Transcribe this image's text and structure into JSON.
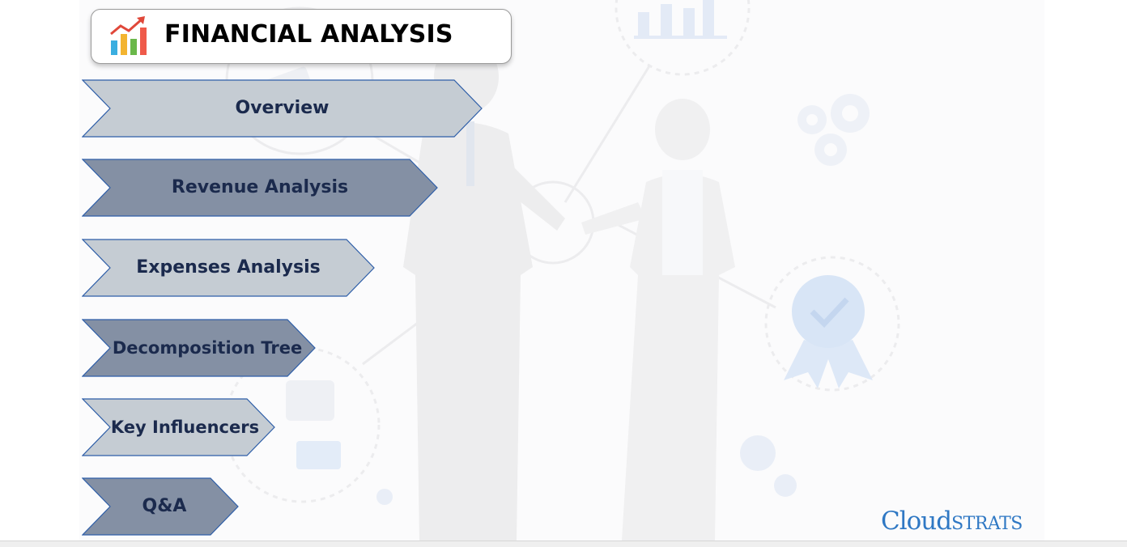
{
  "title": {
    "text": "FINANCIAL ANALYSIS",
    "icon": "chart-growth-icon"
  },
  "nav": {
    "items": [
      {
        "id": "overview",
        "label": "Overview",
        "color": "#c5ccd3"
      },
      {
        "id": "revenue-analysis",
        "label": "Revenue Analysis",
        "color": "#8490a4"
      },
      {
        "id": "expenses-analysis",
        "label": "Expenses Analysis",
        "color": "#c5ccd3"
      },
      {
        "id": "decomposition-tree",
        "label": "Decomposition Tree",
        "color": "#8490a4"
      },
      {
        "id": "key-influencers",
        "label": "Key Influencers",
        "color": "#c5ccd3"
      },
      {
        "id": "qa",
        "label": "Q&A",
        "color": "#8490a4"
      }
    ]
  },
  "logo": {
    "main": "Cloud",
    "sub": "STRATS",
    "color": "#2f78c4"
  },
  "colors": {
    "text_navy": "#1b2a4d",
    "border_blue": "#2e5ea8"
  }
}
